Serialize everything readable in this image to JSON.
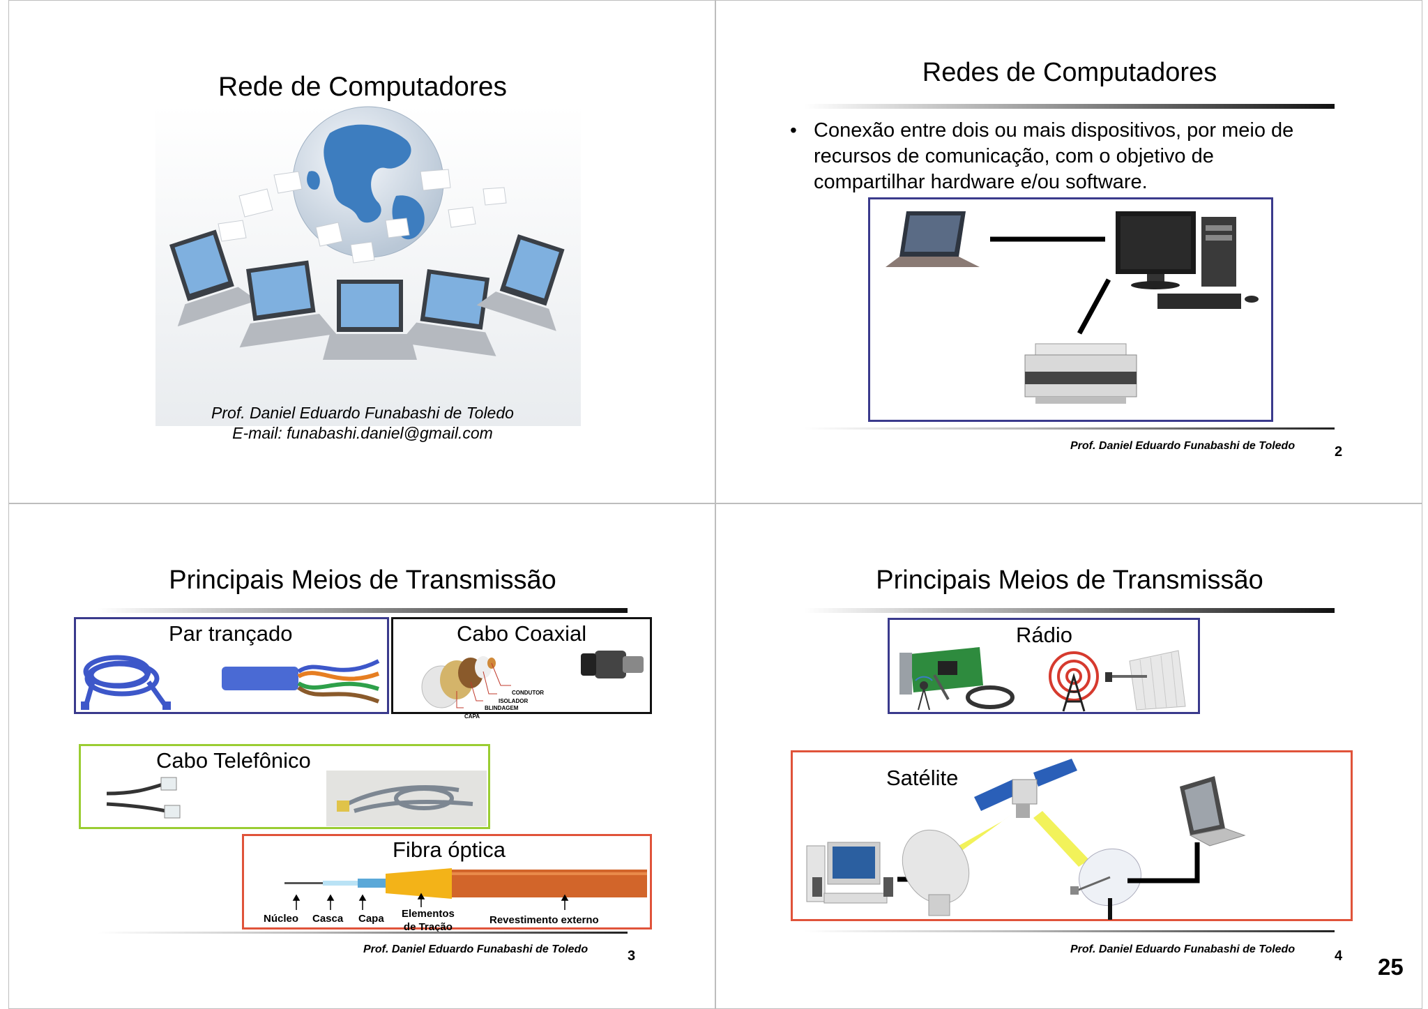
{
  "page_number": "25",
  "slide1": {
    "title": "Rede de Computadores",
    "author": "Prof. Daniel Eduardo Funabashi de Toledo",
    "email": "E-mail: funabashi.daniel@gmail.com"
  },
  "slide2": {
    "title": "Redes de Computadores",
    "bullet": "Conexão entre dois ou mais dispositivos, por meio de recursos de comunicação, com o objetivo de compartilhar hardware e/ou software.",
    "bullet_lines": [
      "Conexão entre dois ou mais dispositivos, por meio de",
      "recursos de comunicação, com o objetivo de",
      "compartilhar hardware e/ou software."
    ],
    "footer": "Prof. Daniel Eduardo Funabashi de Toledo",
    "number": "2"
  },
  "slide3": {
    "title": "Principais Meios de Transmissão",
    "par_trancado": "Par trançado",
    "cabo_coaxial": "Cabo Coaxial",
    "coax_labels": {
      "condutor": "CONDUTOR",
      "isolador": "ISOLADOR",
      "blindagem": "BLINDAGEM",
      "capa": "CAPA"
    },
    "cabo_telefonico": "Cabo Telefônico",
    "fibra_optica": "Fibra óptica",
    "fiber_labels": {
      "nucleo": "Núcleo",
      "casca": "Casca",
      "capa": "Capa",
      "elementos_1": "Elementos",
      "elementos_2": "de Tração",
      "revestimento": "Revestimento externo"
    },
    "footer": "Prof. Daniel Eduardo Funabashi de Toledo",
    "number": "3"
  },
  "slide4": {
    "title": "Principais Meios de Transmissão",
    "radio": "Rádio",
    "satelite": "Satélite",
    "footer": "Prof. Daniel Eduardo Funabashi de Toledo",
    "number": "4"
  },
  "colors": {
    "box_blue": "#3a3a8c",
    "box_black": "#111111",
    "box_green": "#9acd32",
    "box_red": "#e0533a",
    "globe_blue": "#3d7dbf"
  }
}
